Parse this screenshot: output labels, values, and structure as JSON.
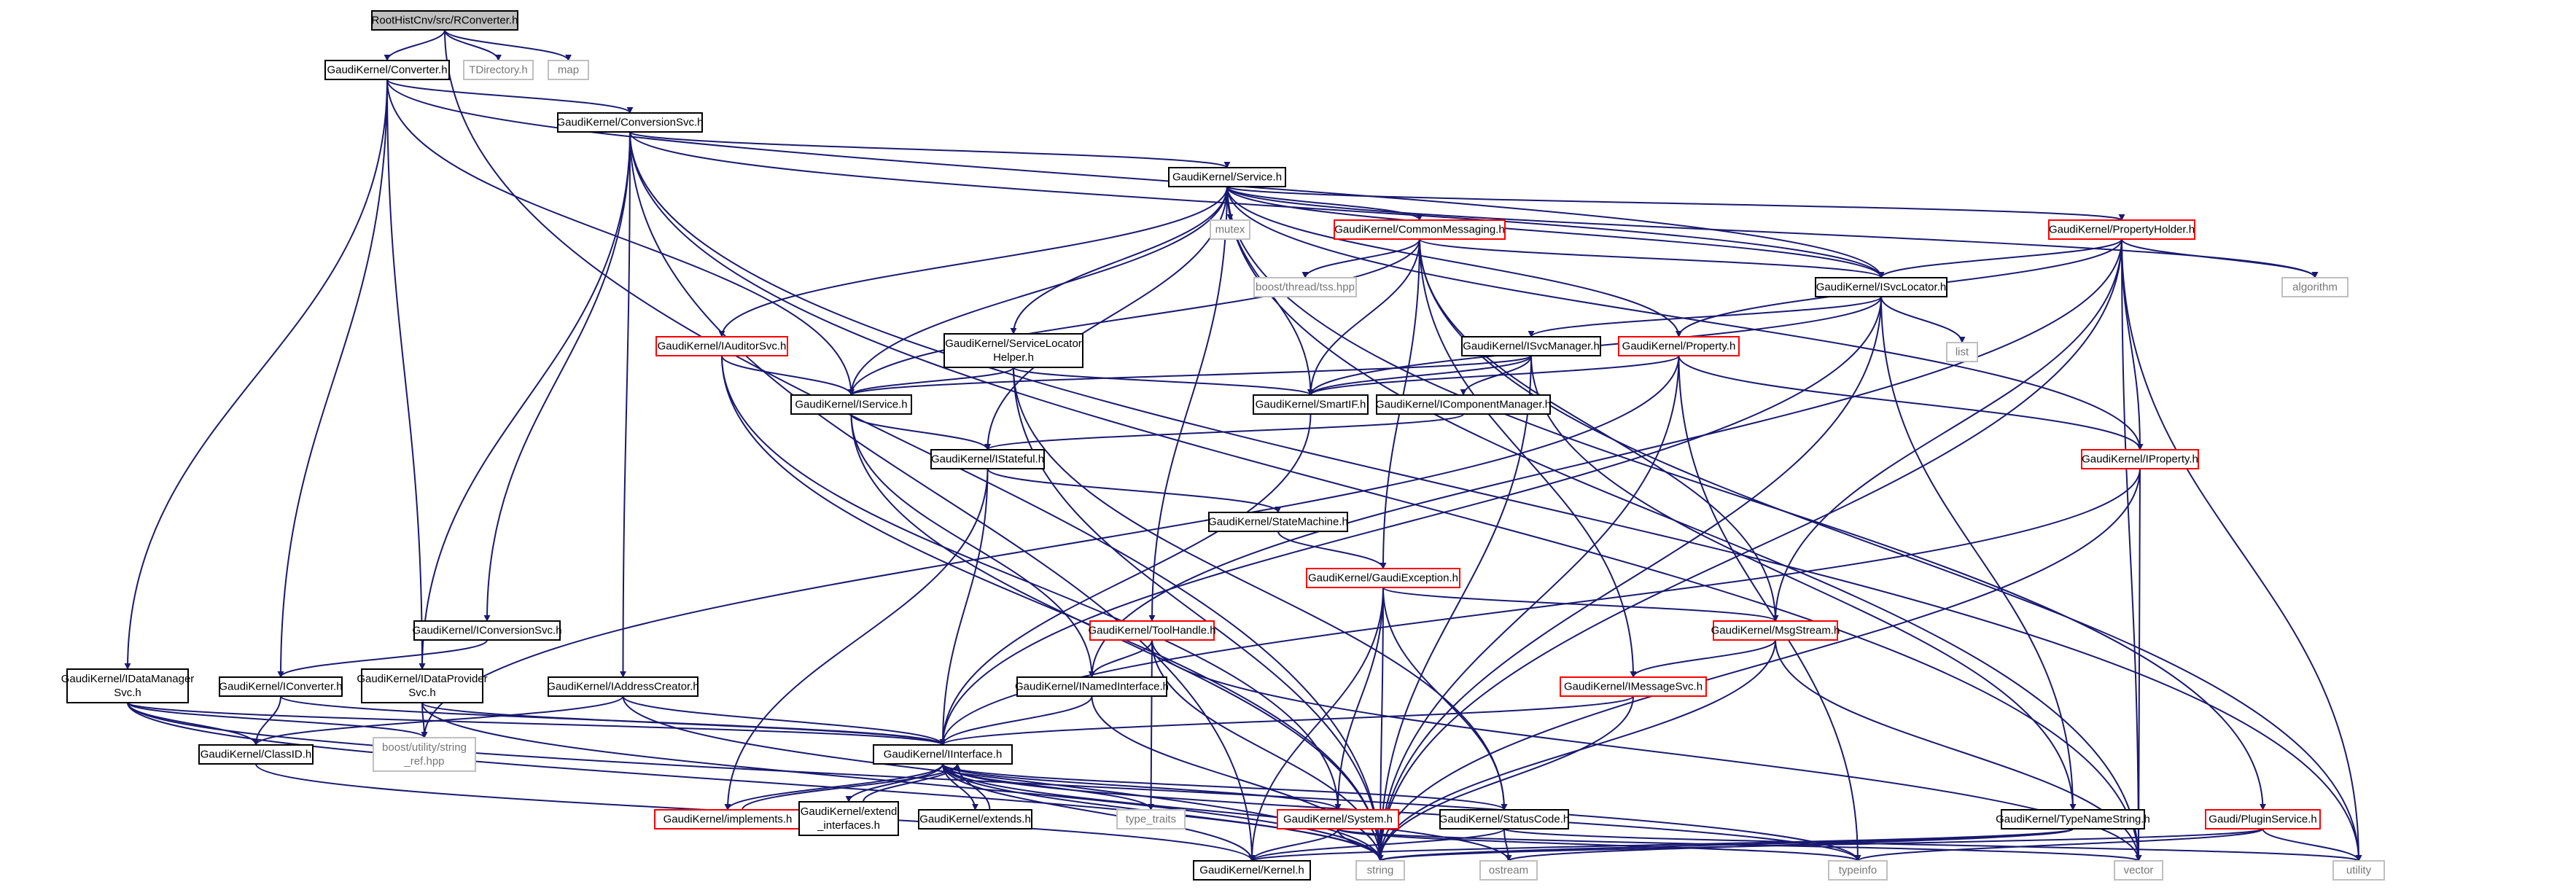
{
  "colors": {
    "edge": "#191970",
    "node_border": "#000000",
    "node_border_incomplete": "#ff0000",
    "node_border_external": "#bfbfbf",
    "node_fill": "#ffffff",
    "root_fill": "#bfbfbf",
    "text": "#000000",
    "external_text": "#777777"
  },
  "nodes": [
    {
      "id": "root",
      "label": "RootHistCnv/src/RConverter.h",
      "kind": "root"
    },
    {
      "id": "converter",
      "label": "GaudiKernel/Converter.h",
      "kind": "normal"
    },
    {
      "id": "tdirectory",
      "label": "TDirectory.h",
      "kind": "external"
    },
    {
      "id": "map",
      "label": "map",
      "kind": "external"
    },
    {
      "id": "conversionsvc",
      "label": "GaudiKernel/ConversionSvc.h",
      "kind": "normal"
    },
    {
      "id": "service",
      "label": "GaudiKernel/Service.h",
      "kind": "normal"
    },
    {
      "id": "mutex",
      "label": "mutex",
      "kind": "external"
    },
    {
      "id": "commonmessaging",
      "label": "GaudiKernel/CommonMessaging.h",
      "kind": "incomplete"
    },
    {
      "id": "propertyholder",
      "label": "GaudiKernel/PropertyHolder.h",
      "kind": "incomplete"
    },
    {
      "id": "boostthread",
      "label": "boost/thread/tss.hpp",
      "kind": "external"
    },
    {
      "id": "isvclocator",
      "label": "GaudiKernel/ISvcLocator.h",
      "kind": "normal"
    },
    {
      "id": "algorithm",
      "label": "algorithm",
      "kind": "external"
    },
    {
      "id": "list",
      "label": "list",
      "kind": "external"
    },
    {
      "id": "iauditorsvc",
      "label": "GaudiKernel/IAuditorSvc.h",
      "kind": "incomplete"
    },
    {
      "id": "svclocatorhelper",
      "label": [
        "GaudiKernel/ServiceLocator",
        "Helper.h"
      ],
      "kind": "normal"
    },
    {
      "id": "isvcmanager",
      "label": "GaudiKernel/ISvcManager.h",
      "kind": "normal"
    },
    {
      "id": "property",
      "label": "GaudiKernel/Property.h",
      "kind": "incomplete"
    },
    {
      "id": "iservice",
      "label": "GaudiKernel/IService.h",
      "kind": "normal"
    },
    {
      "id": "smartif",
      "label": "GaudiKernel/SmartIF.h",
      "kind": "normal"
    },
    {
      "id": "icomponentmanager",
      "label": "GaudiKernel/IComponentManager.h",
      "kind": "normal"
    },
    {
      "id": "iproperty",
      "label": "GaudiKernel/IProperty.h",
      "kind": "incomplete"
    },
    {
      "id": "istateful",
      "label": "GaudiKernel/IStateful.h",
      "kind": "normal"
    },
    {
      "id": "statemachine",
      "label": "GaudiKernel/StateMachine.h",
      "kind": "normal"
    },
    {
      "id": "gaudiexception",
      "label": "GaudiKernel/GaudiException.h",
      "kind": "incomplete"
    },
    {
      "id": "toolhandle",
      "label": "GaudiKernel/ToolHandle.h",
      "kind": "incomplete"
    },
    {
      "id": "msgstream",
      "label": "GaudiKernel/MsgStream.h",
      "kind": "incomplete"
    },
    {
      "id": "iconversionsvc",
      "label": "GaudiKernel/IConversionSvc.h",
      "kind": "normal"
    },
    {
      "id": "iconverter",
      "label": "GaudiKernel/IConverter.h",
      "kind": "normal"
    },
    {
      "id": "idatamanagersvc",
      "label": [
        "GaudiKernel/IDataManager",
        "Svc.h"
      ],
      "kind": "normal"
    },
    {
      "id": "idataprovidersvc",
      "label": [
        "GaudiKernel/IDataProvider",
        "Svc.h"
      ],
      "kind": "normal"
    },
    {
      "id": "iaddresscreator",
      "label": "GaudiKernel/IAddressCreator.h",
      "kind": "normal"
    },
    {
      "id": "inamedinterface",
      "label": "GaudiKernel/INamedInterface.h",
      "kind": "normal"
    },
    {
      "id": "imessagesvc",
      "label": "GaudiKernel/IMessageSvc.h",
      "kind": "incomplete"
    },
    {
      "id": "classid",
      "label": "GaudiKernel/ClassID.h",
      "kind": "normal"
    },
    {
      "id": "boostutility",
      "label": [
        "boost/utility/string",
        "_ref.hpp"
      ],
      "kind": "external"
    },
    {
      "id": "iinterface",
      "label": "GaudiKernel/IInterface.h",
      "kind": "normal"
    },
    {
      "id": "implements",
      "label": "GaudiKernel/implements.h",
      "kind": "incomplete"
    },
    {
      "id": "extendinterfaces",
      "label": [
        "GaudiKernel/extend",
        "_interfaces.h"
      ],
      "kind": "normal"
    },
    {
      "id": "extends",
      "label": "GaudiKernel/extends.h",
      "kind": "normal"
    },
    {
      "id": "typetraits",
      "label": "type_traits",
      "kind": "external"
    },
    {
      "id": "system",
      "label": "GaudiKernel/System.h",
      "kind": "incomplete"
    },
    {
      "id": "statuscode",
      "label": "GaudiKernel/StatusCode.h",
      "kind": "normal"
    },
    {
      "id": "typenamestring",
      "label": "GaudiKernel/TypeNameString.h",
      "kind": "normal"
    },
    {
      "id": "pluginservice",
      "label": "Gaudi/PluginService.h",
      "kind": "incomplete"
    },
    {
      "id": "kernel",
      "label": "GaudiKernel/Kernel.h",
      "kind": "normal"
    },
    {
      "id": "string",
      "label": "string",
      "kind": "external"
    },
    {
      "id": "ostream",
      "label": "ostream",
      "kind": "external"
    },
    {
      "id": "typeinfo",
      "label": "typeinfo",
      "kind": "external"
    },
    {
      "id": "vector",
      "label": "vector",
      "kind": "external"
    },
    {
      "id": "utility",
      "label": "utility",
      "kind": "external"
    }
  ],
  "edges": [
    [
      "root",
      "converter"
    ],
    [
      "root",
      "tdirectory"
    ],
    [
      "root",
      "map"
    ],
    [
      "root",
      "string"
    ],
    [
      "converter",
      "conversionsvc"
    ],
    [
      "converter",
      "iconverter"
    ],
    [
      "converter",
      "idataprovidersvc"
    ],
    [
      "converter",
      "idatamanagersvc"
    ],
    [
      "converter",
      "isvclocator"
    ],
    [
      "converter",
      "iservice"
    ],
    [
      "conversionsvc",
      "service"
    ],
    [
      "conversionsvc",
      "iconversionsvc"
    ],
    [
      "conversionsvc",
      "iaddresscreator"
    ],
    [
      "conversionsvc",
      "idataprovidersvc"
    ],
    [
      "conversionsvc",
      "isvclocator"
    ],
    [
      "conversionsvc",
      "kernel"
    ],
    [
      "conversionsvc",
      "vector"
    ],
    [
      "conversionsvc",
      "utility"
    ],
    [
      "service",
      "iservice"
    ],
    [
      "service",
      "iauditorsvc"
    ],
    [
      "service",
      "svclocatorhelper"
    ],
    [
      "service",
      "istateful"
    ],
    [
      "service",
      "toolhandle"
    ],
    [
      "service",
      "smartif"
    ],
    [
      "service",
      "property"
    ],
    [
      "service",
      "commonmessaging"
    ],
    [
      "service",
      "mutex"
    ],
    [
      "service",
      "propertyholder"
    ],
    [
      "service",
      "isvclocator"
    ],
    [
      "service",
      "algorithm"
    ],
    [
      "service",
      "iproperty"
    ],
    [
      "service",
      "pluginservice"
    ],
    [
      "service",
      "vector"
    ],
    [
      "commonmessaging",
      "boostthread"
    ],
    [
      "commonmessaging",
      "iservice"
    ],
    [
      "commonmessaging",
      "smartif"
    ],
    [
      "commonmessaging",
      "isvclocator"
    ],
    [
      "commonmessaging",
      "msgstream"
    ],
    [
      "commonmessaging",
      "imessagesvc"
    ],
    [
      "commonmessaging",
      "gaudiexception"
    ],
    [
      "commonmessaging",
      "utility"
    ],
    [
      "propertyholder",
      "isvclocator"
    ],
    [
      "propertyholder",
      "property"
    ],
    [
      "propertyholder",
      "iproperty"
    ],
    [
      "propertyholder",
      "algorithm"
    ],
    [
      "propertyholder",
      "msgstream"
    ],
    [
      "propertyholder",
      "inamedinterface"
    ],
    [
      "propertyholder",
      "string"
    ],
    [
      "propertyholder",
      "vector"
    ],
    [
      "propertyholder",
      "utility"
    ],
    [
      "isvclocator",
      "smartif"
    ],
    [
      "isvclocator",
      "isvcmanager"
    ],
    [
      "isvclocator",
      "list"
    ],
    [
      "isvclocator",
      "iinterface"
    ],
    [
      "isvclocator",
      "typenamestring"
    ],
    [
      "isvclocator",
      "string"
    ],
    [
      "iauditorsvc",
      "iservice"
    ],
    [
      "iauditorsvc",
      "system"
    ],
    [
      "iauditorsvc",
      "string"
    ],
    [
      "svclocatorhelper",
      "iservice"
    ],
    [
      "svclocatorhelper",
      "smartif"
    ],
    [
      "svclocatorhelper",
      "statuscode"
    ],
    [
      "svclocatorhelper",
      "string"
    ],
    [
      "isvcmanager",
      "iservice"
    ],
    [
      "isvcmanager",
      "smartif"
    ],
    [
      "isvcmanager",
      "icomponentmanager"
    ],
    [
      "isvcmanager",
      "typenamestring"
    ],
    [
      "isvcmanager",
      "string"
    ],
    [
      "property",
      "iproperty"
    ],
    [
      "property",
      "smartif"
    ],
    [
      "property",
      "boostutility"
    ],
    [
      "property",
      "string"
    ],
    [
      "property",
      "typeinfo"
    ],
    [
      "iservice",
      "istateful"
    ],
    [
      "iservice",
      "inamedinterface"
    ],
    [
      "iservice",
      "string"
    ],
    [
      "smartif",
      "iinterface"
    ],
    [
      "icomponentmanager",
      "istateful"
    ],
    [
      "iproperty",
      "iinterface"
    ],
    [
      "iproperty",
      "string"
    ],
    [
      "iproperty",
      "vector"
    ],
    [
      "istateful",
      "iinterface"
    ],
    [
      "istateful",
      "statemachine"
    ],
    [
      "istateful",
      "implements"
    ],
    [
      "statemachine",
      "gaudiexception"
    ],
    [
      "gaudiexception",
      "msgstream"
    ],
    [
      "gaudiexception",
      "system"
    ],
    [
      "gaudiexception",
      "statuscode"
    ],
    [
      "gaudiexception",
      "kernel"
    ],
    [
      "gaudiexception",
      "string"
    ],
    [
      "toolhandle",
      "inamedinterface"
    ],
    [
      "toolhandle",
      "typetraits"
    ],
    [
      "toolhandle",
      "string"
    ],
    [
      "toolhandle",
      "vector"
    ],
    [
      "msgstream",
      "imessagesvc"
    ],
    [
      "msgstream",
      "string"
    ],
    [
      "msgstream",
      "vector"
    ],
    [
      "iconversionsvc",
      "iconverter"
    ],
    [
      "iconverter",
      "iinterface"
    ],
    [
      "iconverter",
      "classid"
    ],
    [
      "idatamanagersvc",
      "iinterface"
    ],
    [
      "idatamanagersvc",
      "classid"
    ],
    [
      "idatamanagersvc",
      "boostutility"
    ],
    [
      "idatamanagersvc",
      "string"
    ],
    [
      "idatamanagersvc",
      "typeinfo"
    ],
    [
      "idataprovidersvc",
      "iinterface"
    ],
    [
      "idataprovidersvc",
      "boostutility"
    ],
    [
      "idataprovidersvc",
      "string"
    ],
    [
      "iaddresscreator",
      "iinterface"
    ],
    [
      "iaddresscreator",
      "classid"
    ],
    [
      "iaddresscreator",
      "string"
    ],
    [
      "inamedinterface",
      "iinterface"
    ],
    [
      "inamedinterface",
      "string"
    ],
    [
      "imessagesvc",
      "iinterface"
    ],
    [
      "imessagesvc",
      "string"
    ],
    [
      "classid",
      "kernel"
    ],
    [
      "iinterface",
      "implements"
    ],
    [
      "iinterface",
      "extendinterfaces"
    ],
    [
      "iinterface",
      "extends"
    ],
    [
      "iinterface",
      "typetraits"
    ],
    [
      "iinterface",
      "system"
    ],
    [
      "iinterface",
      "statuscode"
    ],
    [
      "iinterface",
      "kernel"
    ],
    [
      "iinterface",
      "ostream"
    ],
    [
      "iinterface",
      "typeinfo"
    ],
    [
      "iinterface",
      "string"
    ],
    [
      "implements",
      "iinterface"
    ],
    [
      "extendinterfaces",
      "iinterface"
    ],
    [
      "extends",
      "iinterface"
    ],
    [
      "system",
      "kernel"
    ],
    [
      "system",
      "string"
    ],
    [
      "system",
      "vector"
    ],
    [
      "system",
      "typeinfo"
    ],
    [
      "statuscode",
      "ostream"
    ],
    [
      "statuscode",
      "utility"
    ],
    [
      "statuscode",
      "kernel"
    ],
    [
      "typenamestring",
      "kernel"
    ],
    [
      "typenamestring",
      "string"
    ],
    [
      "typenamestring",
      "ostream"
    ],
    [
      "pluginservice",
      "string"
    ],
    [
      "pluginservice",
      "typeinfo"
    ],
    [
      "pluginservice",
      "utility"
    ]
  ]
}
